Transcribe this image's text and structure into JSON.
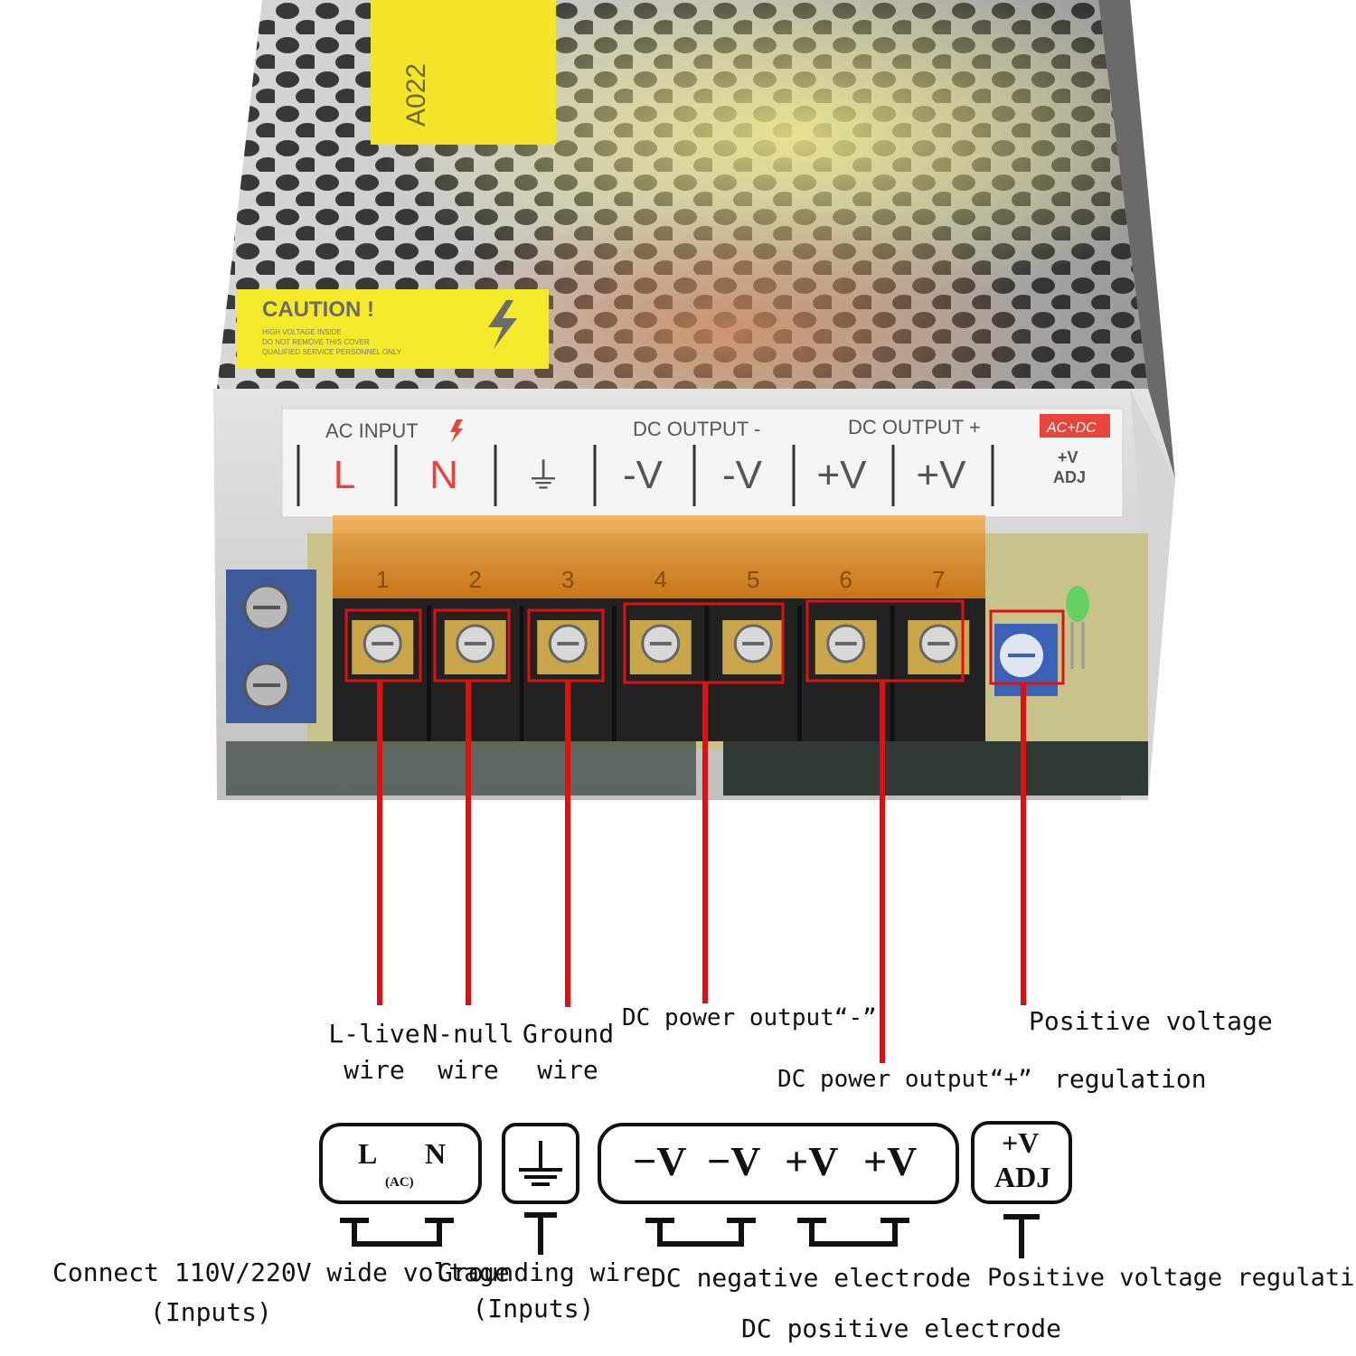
{
  "photo": {
    "caution_title": "CAUTION !",
    "caution_lines": [
      "HIGH VOLTAGE INSIDE",
      "DO NOT REMOVE THIS COVER",
      "QUALIFIED SERVICE PERSONNEL ONLY"
    ],
    "sticker_text": "A022",
    "header_ac_input": "AC INPUT",
    "header_dc_output_neg": "DC OUTPUT -",
    "header_dc_output_pos": "DC OUTPUT +",
    "header_badge": "AC+DC",
    "terminals": [
      "L",
      "N",
      "⏚",
      "-V",
      "-V",
      "+V",
      "+V"
    ],
    "adj_top": "+V",
    "adj_bottom": "ADJ",
    "terminal_numbers": [
      "1",
      "2",
      "3",
      "4",
      "5",
      "6",
      "7"
    ]
  },
  "callouts": {
    "live": [
      "L-live",
      "wire"
    ],
    "null": [
      "N-null",
      "wire"
    ],
    "ground": [
      "Ground",
      "wire"
    ],
    "dc_neg": "DC power output“-”",
    "dc_pos": "DC power output“+”",
    "pos_reg": [
      "Positive voltage",
      "regulation"
    ]
  },
  "symbols": {
    "ac_l": "L",
    "ac_n": "N",
    "ac_sub": "(AC)",
    "dc": [
      "−V",
      "−V",
      "+V",
      "+V"
    ],
    "adj_top": "+V",
    "adj_bottom": "ADJ"
  },
  "bottom_labels": {
    "ac_line1": "Connect 110V/220V wide voltage",
    "ac_line2": "(Inputs)",
    "gnd_line1": "Grounding wire",
    "gnd_line2": "(Inputs)",
    "dc_neg": "DC negative electrode",
    "dc_pos": "DC positive electrode",
    "adj": "Positive voltage regulation"
  },
  "colors": {
    "callout_red": "#e01010",
    "caution_yellow": "#f4ea2a",
    "terminal_orange": "#e8962a",
    "case_silver": "#c9c9c9",
    "pcb_green": "#c9c28a"
  }
}
